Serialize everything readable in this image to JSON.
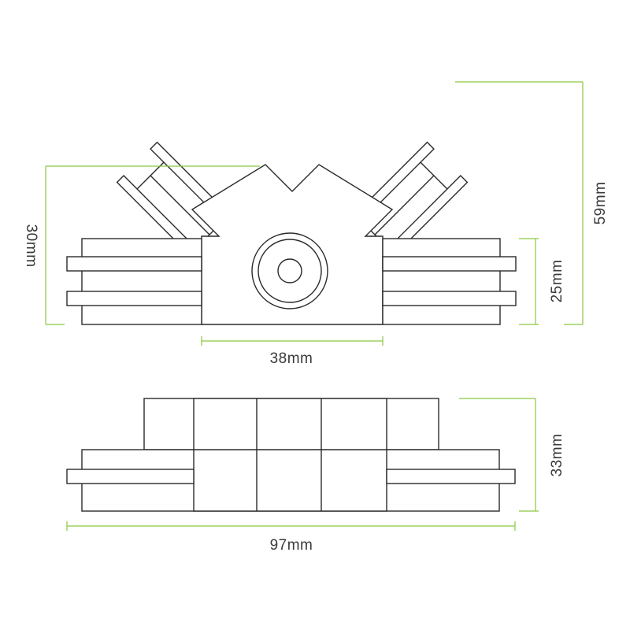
{
  "dimensions": {
    "height_left": "30mm",
    "height_total": "59mm",
    "height_right": "25mm",
    "width_center": "38mm",
    "height_side": "33mm",
    "width_total": "97mm"
  },
  "colors": {
    "dimension_line": "#8cc63f",
    "outline": "#2a2a2a",
    "label": "#3a3a3a"
  }
}
